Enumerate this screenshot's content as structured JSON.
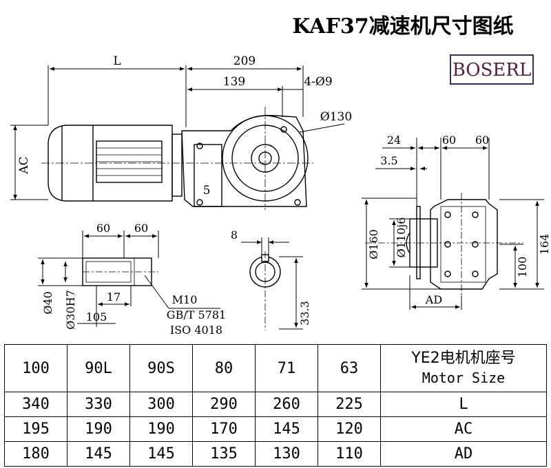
{
  "title": "KAF37减速机尺寸图纸",
  "brand": "BOSERL",
  "dims": {
    "L": "L",
    "d209": "209",
    "d139": "139",
    "holes": "4-Ø9",
    "d130": "Ø130",
    "AC": "AC",
    "d5": "5",
    "d8": "8",
    "d60a": "60",
    "d60b": "60",
    "d17": "17",
    "d105": "105",
    "d40": "Ø40",
    "d30h7": "Ø30H7",
    "m10": "M10",
    "gb": "GB/T 5781",
    "iso": "ISO 4018",
    "d33": "33.3",
    "d24": "24",
    "d60c": "60",
    "d60d": "60",
    "d35": "3.5",
    "d160": "Ø160",
    "d110": "Ø110j6",
    "d164": "164",
    "d100": "100",
    "AD": "AD"
  },
  "table": {
    "header_label_cn": "YE2电机机座号",
    "header_label_en": "Motor Size",
    "columns": [
      "63",
      "71",
      "80",
      "90S",
      "90L",
      "100"
    ],
    "rows": [
      {
        "label": "L",
        "values": [
          "225",
          "260",
          "290",
          "300",
          "330",
          "340"
        ]
      },
      {
        "label": "AC",
        "values": [
          "120",
          "145",
          "170",
          "190",
          "190",
          "195"
        ]
      },
      {
        "label": "AD",
        "values": [
          "110",
          "130",
          "135",
          "145",
          "145",
          "180"
        ]
      }
    ]
  }
}
